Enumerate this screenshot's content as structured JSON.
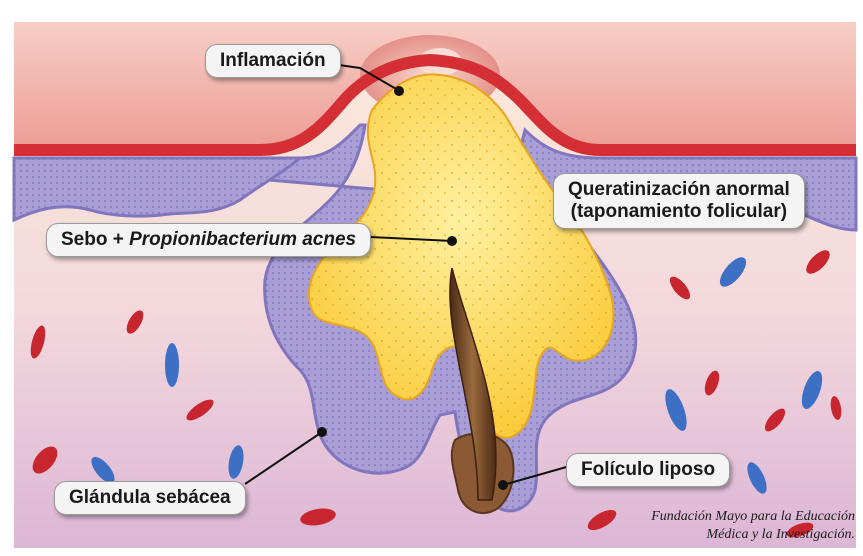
{
  "labels": {
    "inflammation": "Inflamación",
    "abnormal_keratinization_line1": "Queratinización anormal",
    "abnormal_keratinization_line2": "(taponamiento folicular)",
    "sebum_prefix": "Sebo + ",
    "sebum_bacteria": "Propionibacterium acnes",
    "sebaceous_gland": "Glándula sebácea",
    "hair_follicle": "Folículo liposo"
  },
  "credit": {
    "line1": "Fundación Mayo para la Educación",
    "line2": "Médica y la Investigación."
  },
  "colors": {
    "skin_surface": "#d63a3e",
    "epidermis": "#f2b3ad",
    "dermis_top": "#fbe7d6",
    "dermis_bottom": "#e6c4de",
    "gland_tissue": "#a59ad2",
    "gland_outline": "#7d70b8",
    "sebum": "#ffd84a",
    "hair": "#6b4226",
    "red_cell": "#c8262f",
    "blue_cell": "#3d6fc4"
  }
}
